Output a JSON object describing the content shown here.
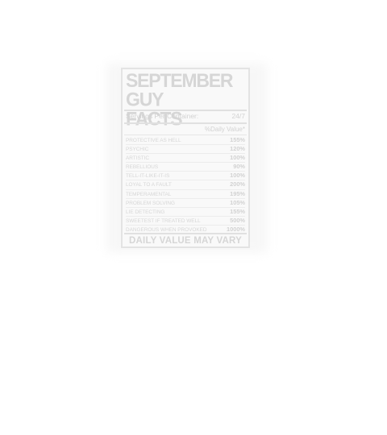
{
  "label": {
    "title_line1": "SEPTEMBER GUY",
    "title_line2": "FACTS",
    "servings_label": "Servings Per Container:",
    "servings_value": "24/7",
    "daily_value_header": "%Daily Value*",
    "rows": [
      {
        "name": "PROTECTIVE AS HELL",
        "pct": "155%"
      },
      {
        "name": "PSYCHIC",
        "pct": "120%"
      },
      {
        "name": "ARTISTIC",
        "pct": "100%"
      },
      {
        "name": "REBELLIOUS",
        "pct": "90%"
      },
      {
        "name": "TELL-IT-LIKE-IT-IS",
        "pct": "100%"
      },
      {
        "name": "LOYAL TO A FAULT",
        "pct": "200%"
      },
      {
        "name": "TEMPERAMENTAL",
        "pct": "195%"
      },
      {
        "name": "PROBLEM SOLVING",
        "pct": "105%"
      },
      {
        "name": "LIE DETECTING",
        "pct": "155%"
      },
      {
        "name": "SWEETEST IF TREATED WELL",
        "pct": "500%"
      },
      {
        "name": "DANGEROUS WHEN PROVOKED",
        "pct": "1000%"
      }
    ],
    "footer": "DAILY VALUE MAY VARY",
    "colors": {
      "text": "#d6d6d6",
      "border": "#e3e3e3",
      "background": "#ffffff"
    }
  }
}
